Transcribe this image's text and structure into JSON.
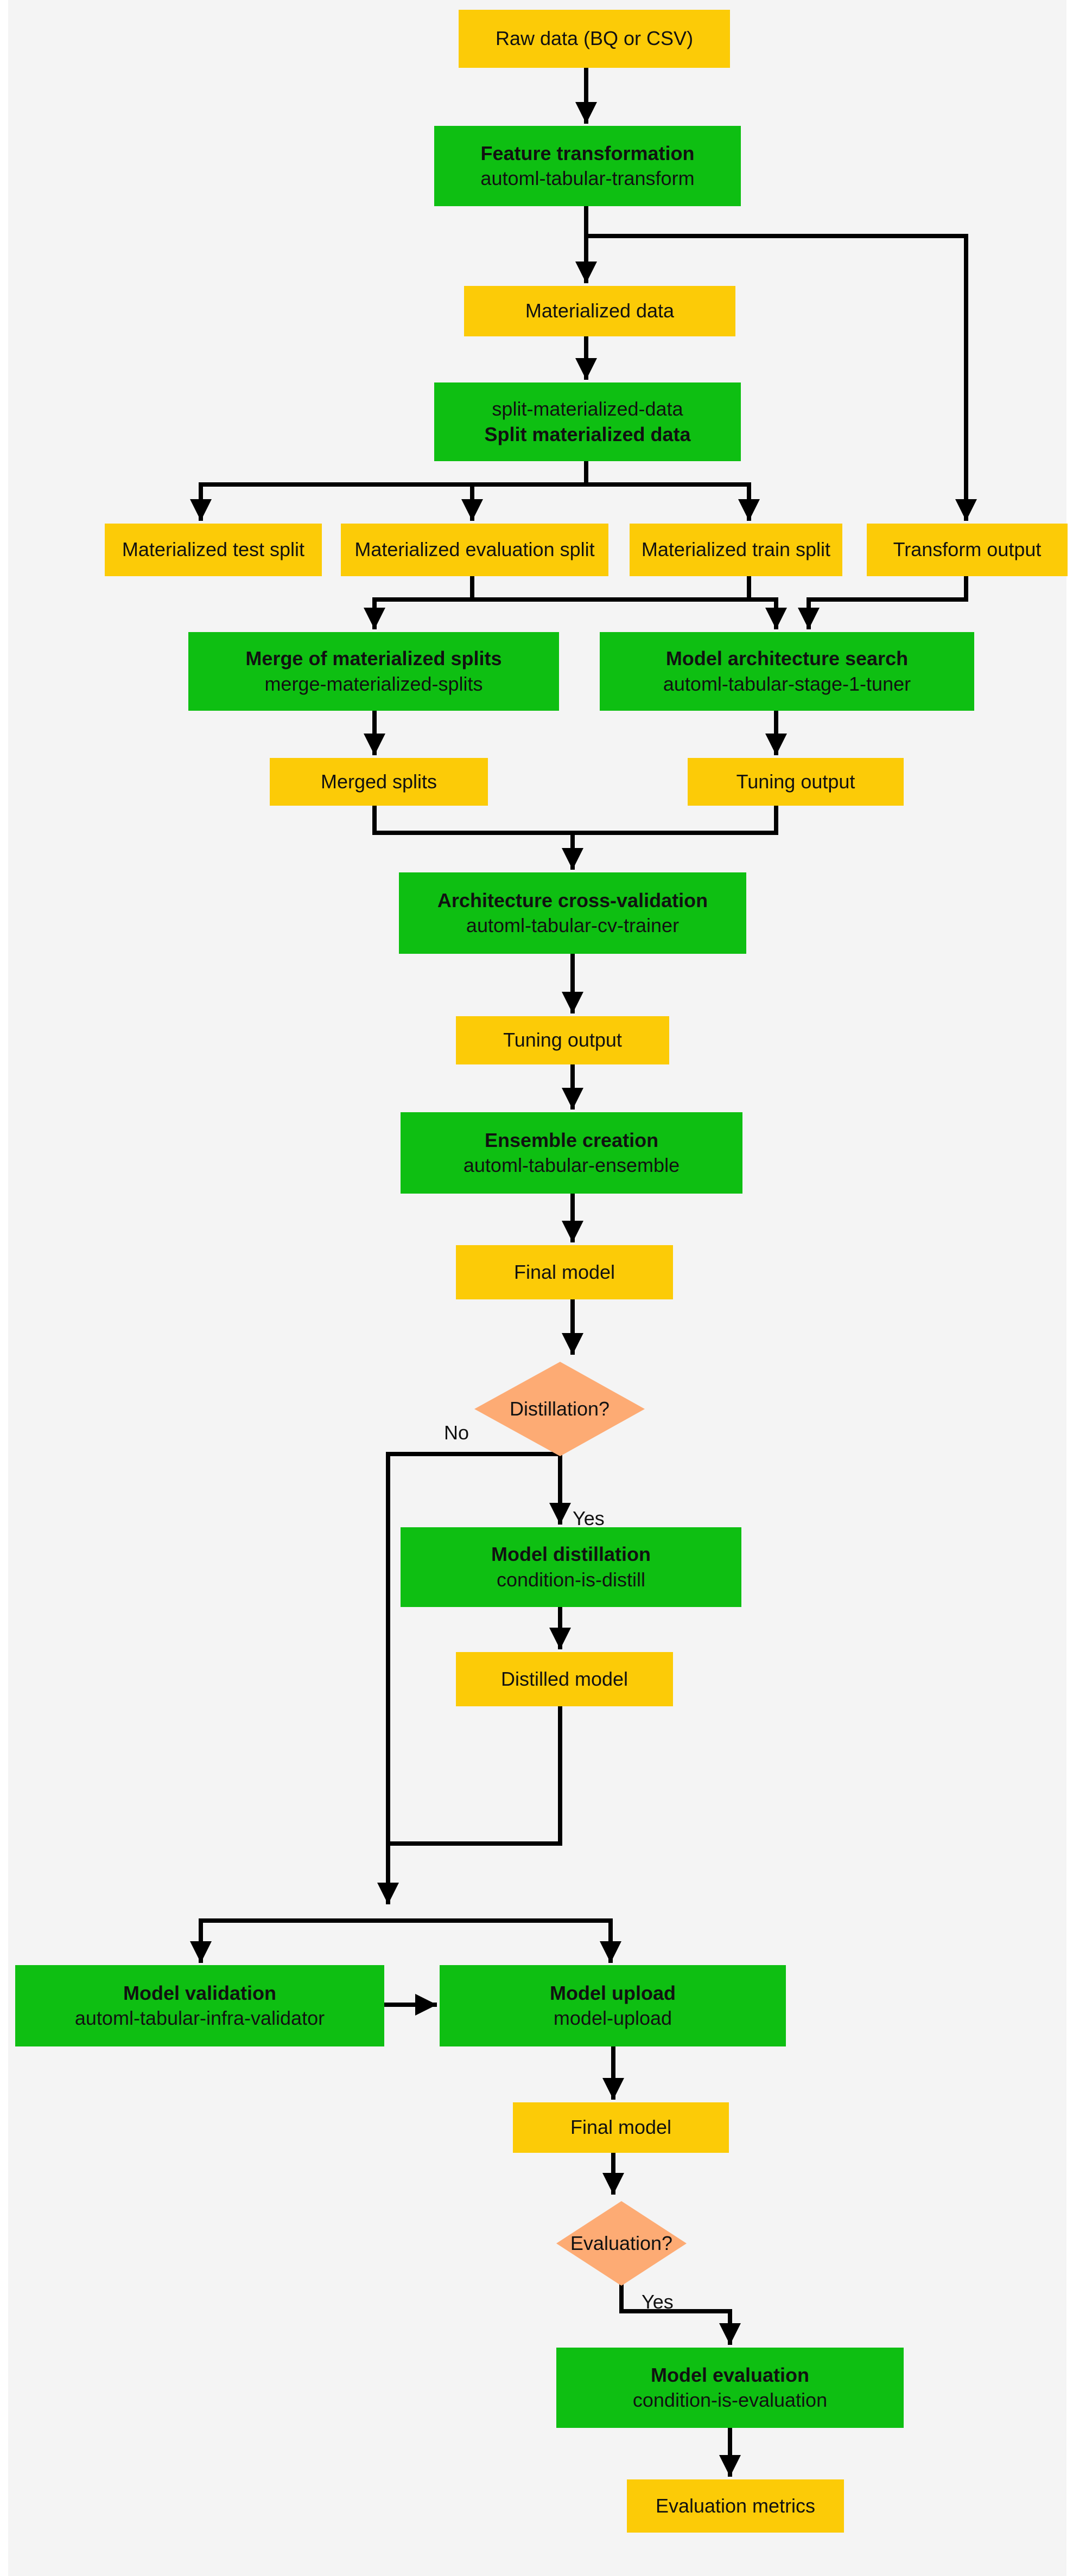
{
  "nodes": {
    "raw_data": "Raw data (BQ or CSV)",
    "feature_transformation": {
      "title": "Feature transformation",
      "component": "automl-tabular-transform"
    },
    "materialized_data": "Materialized data",
    "split_materialized": {
      "component": "split-materialized-data",
      "title": "Split materialized data"
    },
    "test_split": "Materialized test split",
    "eval_split": "Materialized evaluation split",
    "train_split": "Materialized train split",
    "transform_output": "Transform output",
    "merge_splits": {
      "title": "Merge of materialized splits",
      "component": "merge-materialized-splits"
    },
    "arch_search": {
      "title": "Model architecture search",
      "component": "automl-tabular-stage-1-tuner"
    },
    "merged_splits": "Merged splits",
    "tuning_output_1": "Tuning output",
    "cross_validation": {
      "title": "Architecture cross-validation",
      "component": "automl-tabular-cv-trainer"
    },
    "tuning_output_2": "Tuning output",
    "ensemble": {
      "title": "Ensemble creation",
      "component": "automl-tabular-ensemble"
    },
    "final_model_1": "Final model",
    "distillation_decision": "Distillation?",
    "label_no": "No",
    "label_yes_1": "Yes",
    "model_distillation": {
      "title": "Model distillation",
      "component": "condition-is-distill"
    },
    "distilled_model": "Distilled model",
    "model_validation": {
      "title": "Model validation",
      "component": "automl-tabular-infra-validator"
    },
    "model_upload": {
      "title": "Model upload",
      "component": "model-upload"
    },
    "final_model_2": "Final model",
    "evaluation_decision": "Evaluation?",
    "label_yes_2": "Yes",
    "model_evaluation": {
      "title": "Model evaluation",
      "component": "condition-is-evaluation"
    },
    "evaluation_metrics": "Evaluation metrics"
  },
  "colors": {
    "data_box": "#fccb07",
    "step_box": "#0ebf12",
    "decision": "#fdab74",
    "arrow": "#000000",
    "background": "#f4f4f4"
  }
}
